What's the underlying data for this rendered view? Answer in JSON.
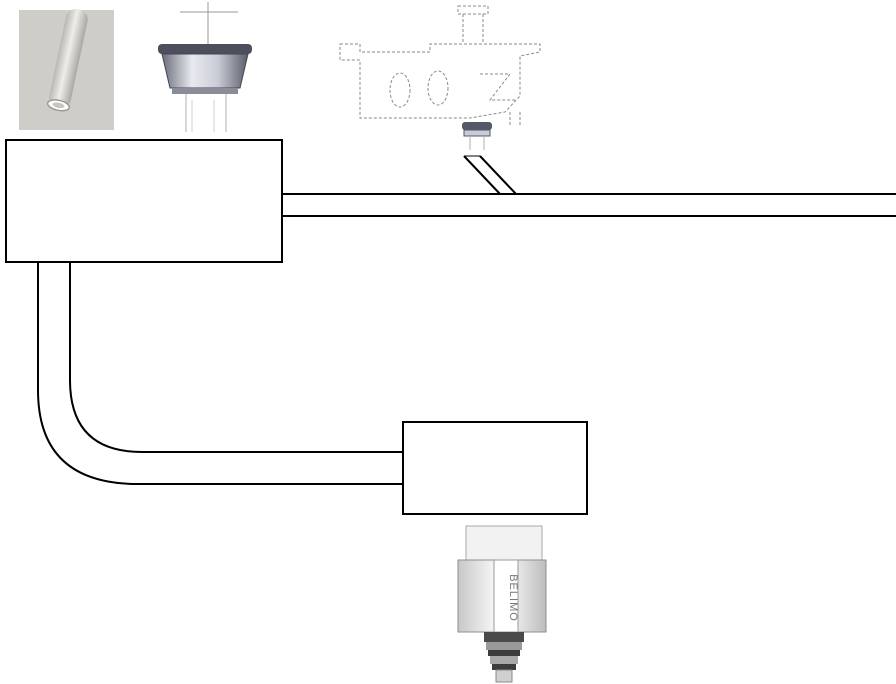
{
  "diagram": {
    "boxes": [
      {
        "id": "top-left-box",
        "label": ""
      },
      {
        "id": "bottom-box",
        "label": ""
      }
    ],
    "components": [
      {
        "id": "tube",
        "icon": "tube-photo"
      },
      {
        "id": "diaphragm-seal",
        "icon": "diaphragm-seal-icon"
      },
      {
        "id": "brew-unit",
        "icon": "brew-unit-icon"
      },
      {
        "id": "pressure-sensor",
        "icon": "pressure-sensor-icon",
        "brand_text": "BELIMO"
      }
    ],
    "colors": {
      "line": "#000000",
      "background": "#ffffff",
      "metal_dark": "#5a5d6a",
      "metal_light": "#d9dbe3",
      "tube_bg": "#cfcdc8"
    }
  }
}
